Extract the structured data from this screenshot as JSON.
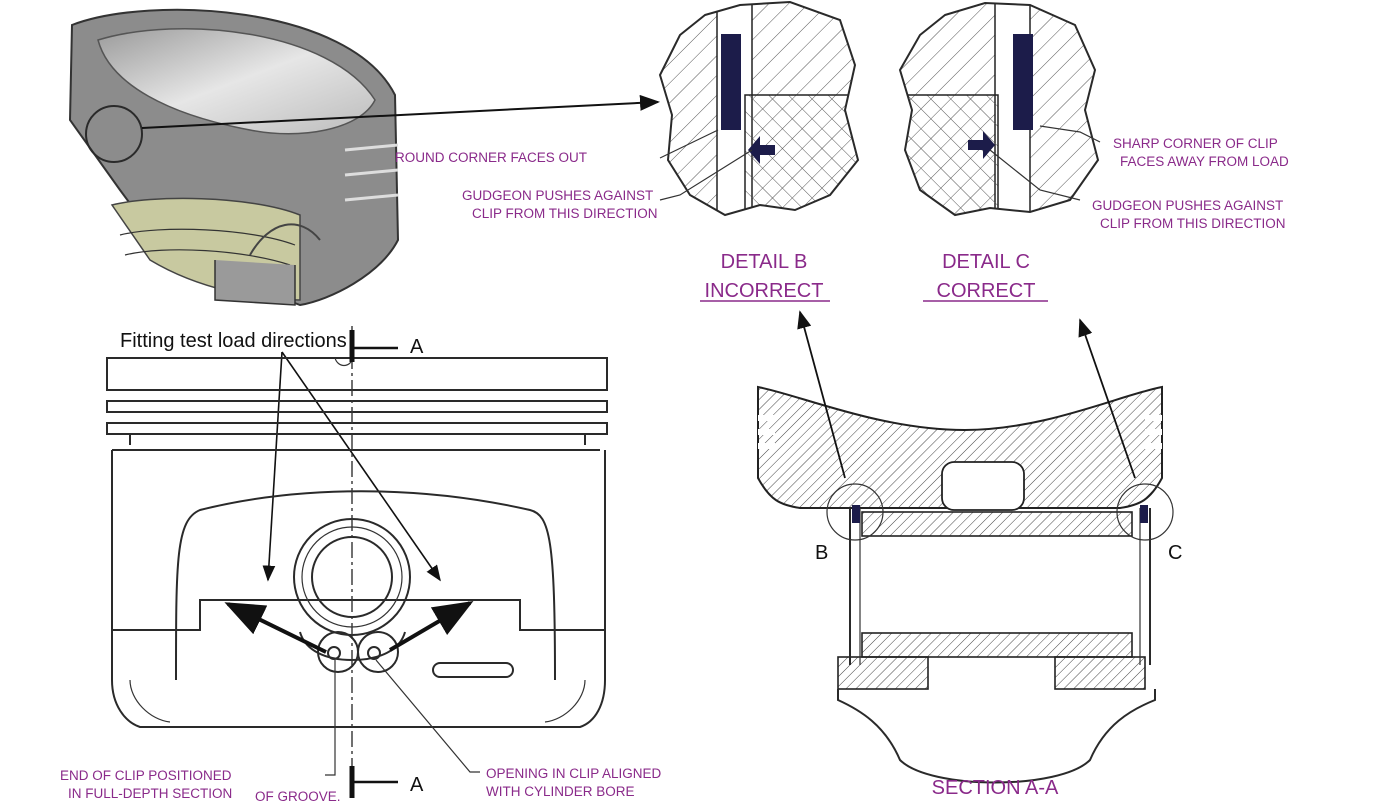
{
  "colors": {
    "annotation": "#8a2a8a",
    "line": "#2a2a2a",
    "clip": "#1c1c4a",
    "piston_face": "#d7d7d7"
  },
  "labels": {
    "fitting_test": "Fitting test load directions",
    "section_marker": "A",
    "section_b": "B",
    "section_c": "C",
    "section_title": "SECTION A-A"
  },
  "detail_b": {
    "title": "DETAIL B",
    "status": "INCORRECT",
    "note_corner": "ROUND CORNER FACES OUT",
    "note_push_line1": "GUDGEON PUSHES AGAINST",
    "note_push_line2": "CLIP FROM THIS DIRECTION"
  },
  "detail_c": {
    "title": "DETAIL C",
    "status": "CORRECT",
    "note_corner_line1": "SHARP CORNER OF CLIP",
    "note_corner_line2": "FACES AWAY FROM LOAD",
    "note_push_line1": "GUDGEON PUSHES AGAINST",
    "note_push_line2": "CLIP FROM THIS DIRECTION"
  },
  "front_view": {
    "clip_end_line1": "END OF CLIP POSITIONED",
    "clip_end_line2": "IN FULL-DEPTH SECTION",
    "clip_end_line3": "OF GROOVE.",
    "opening_line1": "OPENING IN CLIP  ALIGNED",
    "opening_line2": "WITH CYLINDER BORE"
  }
}
